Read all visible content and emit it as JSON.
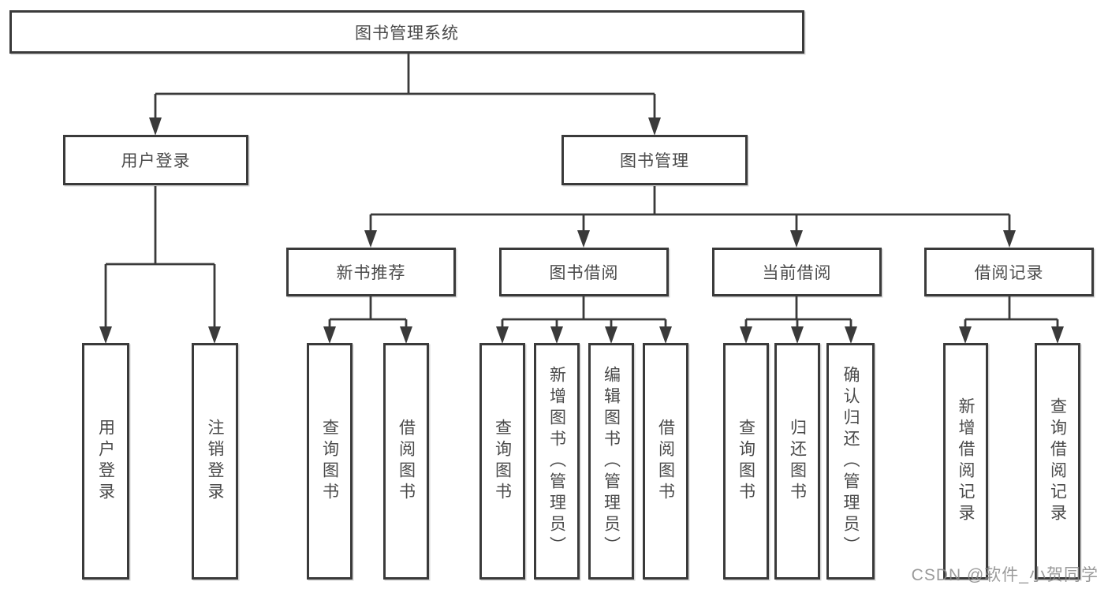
{
  "colors": {
    "line": "#3a3a3a",
    "box_border": "#3a3a3a",
    "text": "#4a4a4a",
    "background": "#ffffff",
    "watermark": "#888888"
  },
  "diagram": {
    "root": {
      "label": "图书管理系统"
    },
    "level2": {
      "user_login": {
        "label": "用户登录"
      },
      "book_management": {
        "label": "图书管理"
      }
    },
    "level3": {
      "new_book_recommend": {
        "label": "新书推荐"
      },
      "book_borrowing": {
        "label": "图书借阅"
      },
      "current_borrowing": {
        "label": "当前借阅"
      },
      "borrowing_records": {
        "label": "借阅记录"
      }
    },
    "leaves": {
      "login_user_login": {
        "label": "用户登录"
      },
      "login_logout": {
        "label": "注销登录"
      },
      "recommend_query_books": {
        "label": "查询图书"
      },
      "recommend_borrow_books": {
        "label": "借阅图书"
      },
      "borrowing_query_books": {
        "label": "查询图书"
      },
      "borrowing_add_books_admin": {
        "label": "新增图书（管理员）"
      },
      "borrowing_edit_books_admin": {
        "label": "编辑图书（管理员）"
      },
      "borrowing_borrow_books": {
        "label": "借阅图书"
      },
      "current_query_books": {
        "label": "查询图书"
      },
      "current_return_books": {
        "label": "归还图书"
      },
      "current_confirm_return_admin": {
        "label": "确认归还（管理员）"
      },
      "records_add_record": {
        "label": "新增借阅记录"
      },
      "records_query_record": {
        "label": "查询借阅记录"
      }
    }
  },
  "watermark": {
    "label": "CSDN @软件_小贺同学"
  }
}
